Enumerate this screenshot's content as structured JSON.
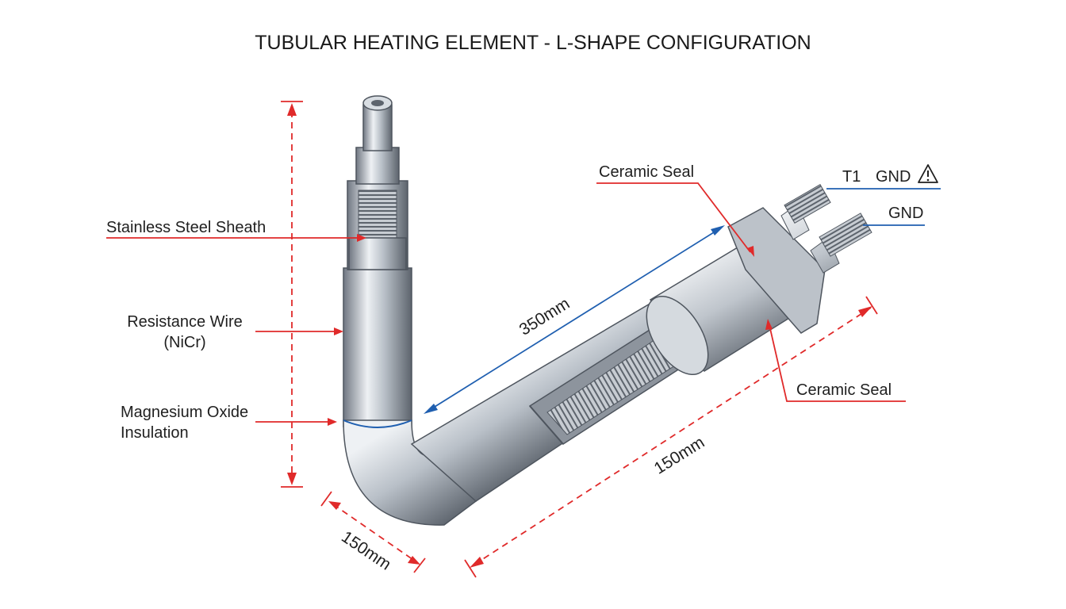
{
  "title": "TUBULAR HEATING ELEMENT - L-SHAPE CONFIGURATION",
  "labels": {
    "sheath": "Stainless Steel Sheath",
    "wire_line1": "Resistance Wire",
    "wire_line2": "(NiCr)",
    "insul_line1": "Magnesium Oxide",
    "insul_line2": "Insulation",
    "seal_top": "Ceramic Seal",
    "seal_bottom": "Ceramic Seal",
    "terminal_t1": "T1",
    "terminal_gnd1": "GND",
    "terminal_gnd2": "GND"
  },
  "dimensions": {
    "diagonal": "350mm",
    "bottom_right": "150mm",
    "bottom_left": "150mm"
  },
  "icons": {
    "warning": "warning-triangle-icon"
  },
  "colors": {
    "leader_red": "#e02a2a",
    "leader_blue": "#1f5fb0",
    "metal_dark": "#6f7680",
    "metal_mid": "#b9c0c8",
    "metal_light": "#eef1f4"
  }
}
